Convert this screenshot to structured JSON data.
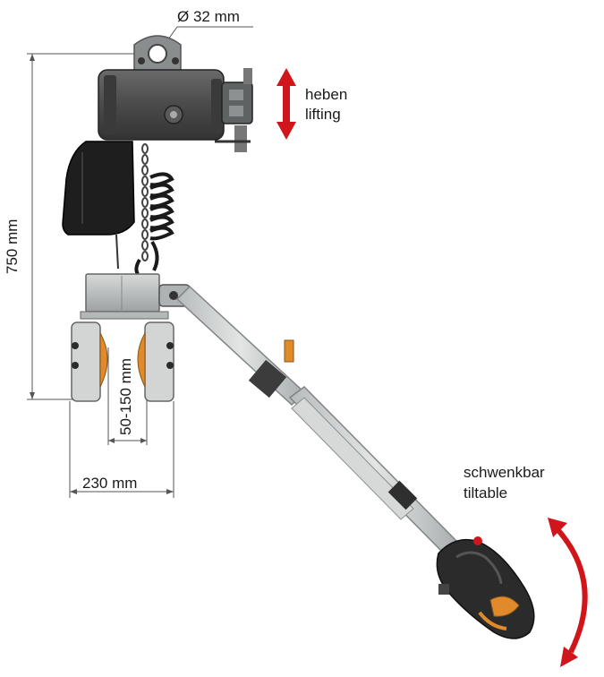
{
  "labels": {
    "eye_diameter": "Ø 32 mm",
    "height": "750 mm",
    "lift_de": "heben",
    "lift_en": "lifting",
    "grip_range": "50-150 mm",
    "width": "230 mm",
    "tilt_de": "schwenkbar",
    "tilt_en": "tiltable"
  },
  "colors": {
    "housing": "#4a4a4a",
    "housing_dark": "#2b2b2b",
    "arm": "#c9cccc",
    "arm_edge": "#7f8484",
    "accent_orange": "#e08a2c",
    "arrow_red": "#d0161b",
    "dim_line": "#555555"
  }
}
